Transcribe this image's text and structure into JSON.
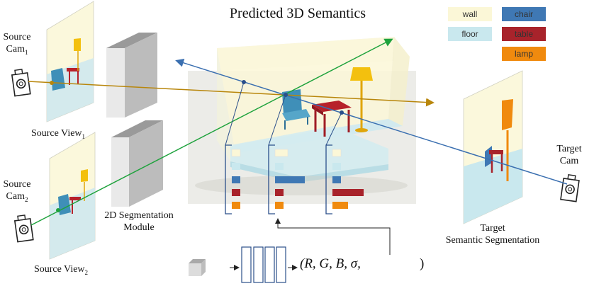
{
  "title": "Predicted 3D Semantics",
  "legend": [
    {
      "label": "wall",
      "color": "#fbf7d7"
    },
    {
      "label": "floor",
      "color": "#c9e8ee"
    },
    {
      "label": "chair",
      "color": "#3f78b4"
    },
    {
      "label": "table",
      "color": "#a8232b"
    },
    {
      "label": "lamp",
      "color": "#f08a0e"
    }
  ],
  "source_cam_1": {
    "line1": "Source",
    "line2": "Cam",
    "sub": "1"
  },
  "source_cam_2": {
    "line1": "Source",
    "line2": "Cam",
    "sub": "2"
  },
  "source_view_1": {
    "text": "Source View",
    "sub": "1"
  },
  "source_view_2": {
    "text": "Source View",
    "sub": "2"
  },
  "segmentation_module": {
    "line1": "2D Segmentation",
    "line2": "Module"
  },
  "target_cam": {
    "line1": "Target",
    "line2": "Cam"
  },
  "target_segmentation": {
    "line1": "Target",
    "line2": "Semantic Segmentation"
  },
  "formula": "(R, G, B, σ,",
  "formula_close": ")",
  "colors": {
    "source_ray_1": "#b8860b",
    "source_ray_2": "#1ea23c",
    "target_ray": "#3a6fb0",
    "bracket": "#2b4f8a"
  }
}
